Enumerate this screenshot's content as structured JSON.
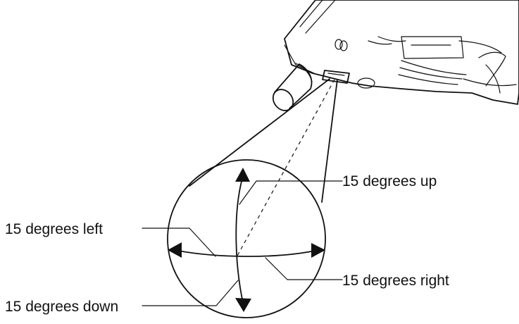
{
  "labels": {
    "up": "15 degrees up",
    "left": "15 degrees left",
    "right": "15 degrees right",
    "down": "15 degrees down"
  },
  "icons": {
    "device": "handheld-device-icon",
    "stylus": "stylus-icon",
    "infrared_port": "infrared-port-icon"
  },
  "colors": {
    "ink": "#111111",
    "background": "#ffffff"
  }
}
